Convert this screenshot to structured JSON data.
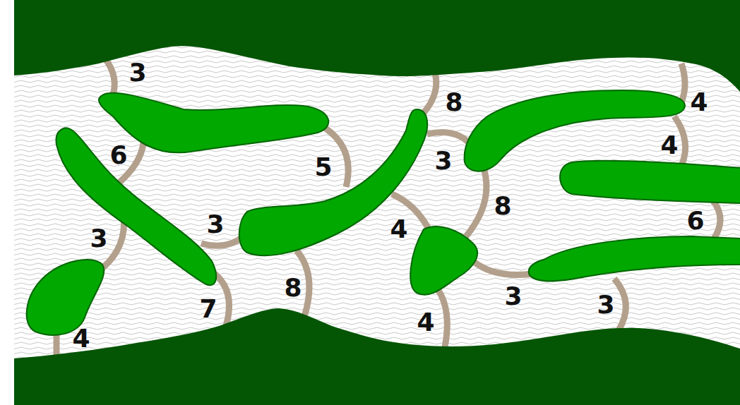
{
  "diagram": {
    "labels": [
      "3",
      "8",
      "4",
      "6",
      "4",
      "5",
      "3",
      "8",
      "3",
      "4",
      "3",
      "6",
      "8",
      "3",
      "3",
      "7",
      "4",
      "4"
    ]
  }
}
